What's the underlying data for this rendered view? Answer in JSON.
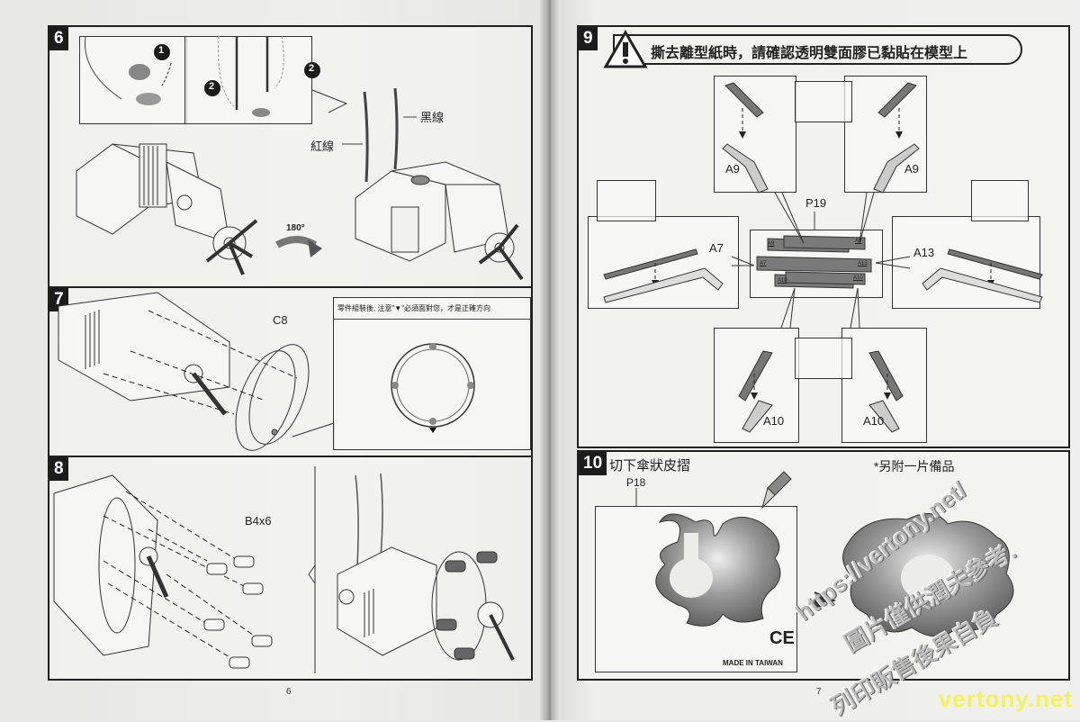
{
  "document": {
    "type": "assembly instruction manual spread",
    "pages": [
      {
        "number": "6"
      },
      {
        "number": "7"
      }
    ]
  },
  "step6": {
    "number": "6",
    "callouts": [
      "1",
      "2",
      "2"
    ],
    "rotate_label": "180°",
    "wire_black_label": "黑線",
    "wire_red_label": "紅線"
  },
  "step7": {
    "number": "7",
    "part_label": "C8",
    "note": "零件組裝後, 注意\"▼\"必須面對您，才是正確方向"
  },
  "step8": {
    "number": "8",
    "part_label": "B4x6"
  },
  "step9": {
    "number": "9",
    "warning": "撕去離型紙時，請確認透明雙面膠已黏貼在模型上",
    "sheet_label": "P19",
    "sheet_parts": [
      "A9",
      "A9",
      "A7",
      "A13",
      "A10",
      "A10"
    ],
    "part_labels": {
      "top_left": "A9",
      "top_right": "A9",
      "left": "A7",
      "right": "A13",
      "bottom_left": "A10",
      "bottom_right": "A10"
    }
  },
  "step10": {
    "number": "10",
    "title": "切下傘狀皮摺",
    "spare_note": "*另附一片備品",
    "part_label": "P18",
    "ce_mark": "CE",
    "made_in": "MADE IN TAIWAN"
  },
  "watermarks": {
    "url": "https://vertony.net/",
    "line1": "圖片僅供潤夫參考.",
    "line2": "列印販售後果自負",
    "brand": "vertony.net"
  }
}
